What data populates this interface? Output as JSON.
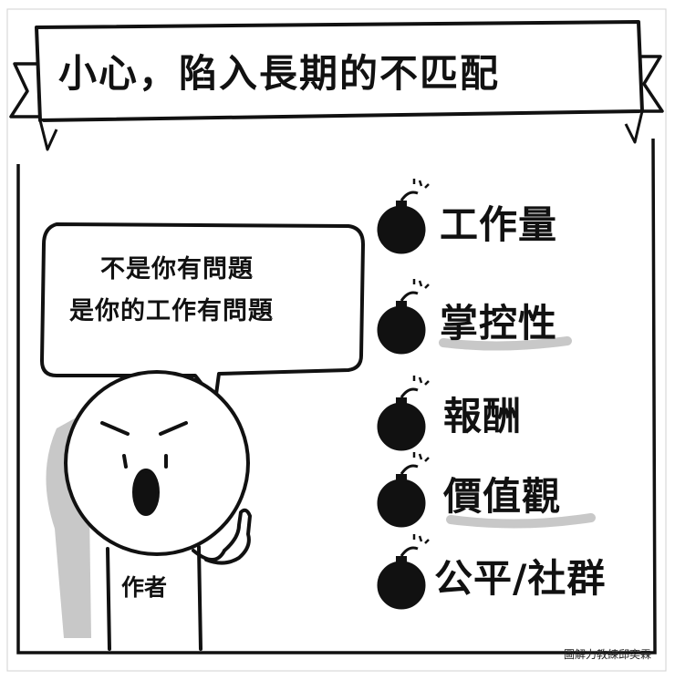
{
  "title": "小心，陷入長期的不匹配",
  "speech_bubble": {
    "line1": "不是你有問題",
    "line2": "是你的工作有問題"
  },
  "character_label": "作者",
  "items": [
    {
      "label": "工作量",
      "icon": "bomb-icon"
    },
    {
      "label": "掌控性",
      "icon": "bomb-icon"
    },
    {
      "label": "報酬",
      "icon": "bomb-icon"
    },
    {
      "label": "價值觀",
      "icon": "bomb-icon"
    },
    {
      "label": "公平/社群",
      "icon": "bomb-icon"
    }
  ],
  "credit": "圖解力教練邱奕霖",
  "colors": {
    "ink": "#111111",
    "shadow": "#c8c8c8",
    "paper": "#ffffff"
  }
}
